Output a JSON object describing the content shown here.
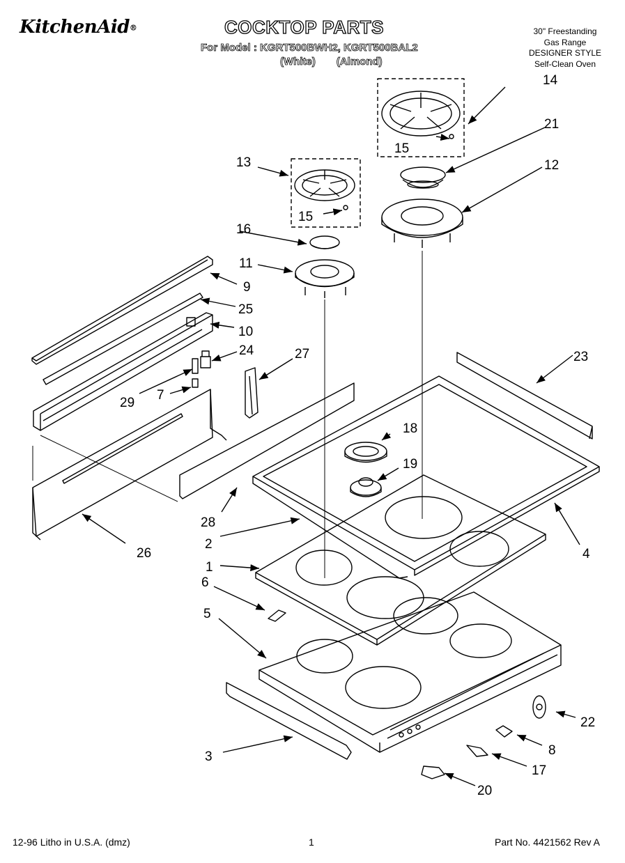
{
  "header": {
    "brand": "KitchenAid",
    "registered": "®",
    "title": "COCKTOP PARTS",
    "models_line": "For Model : KGRT500BWH2, KGRT500BAL2",
    "variant_white": "(White)",
    "variant_almond": "(Almond)",
    "description": [
      "30\" Freestanding",
      "Gas Range",
      "DESIGNER STYLE",
      "Self-Clean Oven"
    ]
  },
  "callouts": [
    "1",
    "2",
    "3",
    "4",
    "5",
    "6",
    "7",
    "8",
    "9",
    "10",
    "11",
    "12",
    "13",
    "14",
    "15",
    "15",
    "16",
    "17",
    "18",
    "19",
    "20",
    "21",
    "22",
    "23",
    "24",
    "25",
    "26",
    "27",
    "28",
    "29"
  ],
  "footer": {
    "litho": "12-96 Litho in U.S.A. (dmz)",
    "page": "1",
    "part_no": "Part No. 4421562 Rev A"
  }
}
